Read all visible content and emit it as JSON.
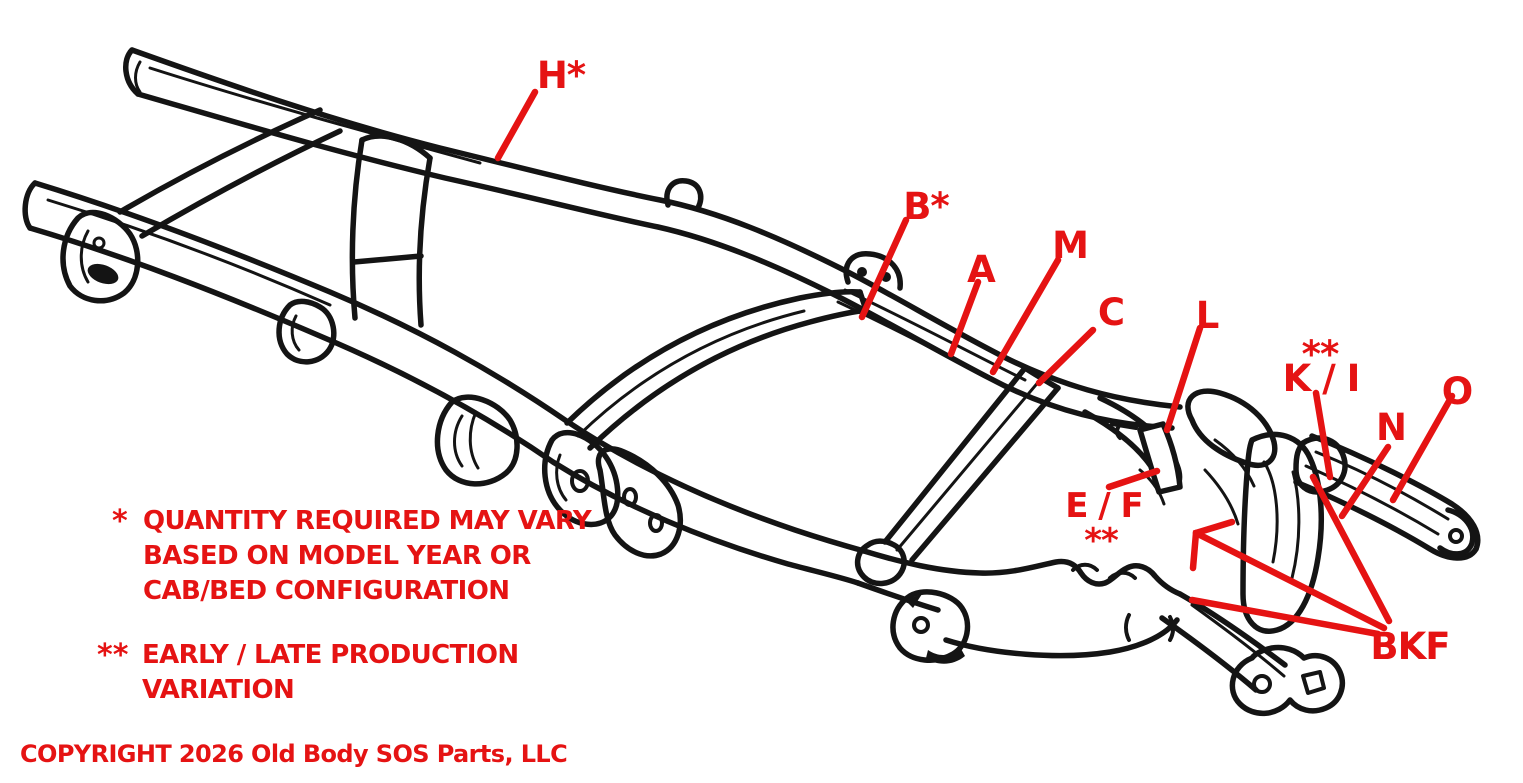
{
  "diagram": {
    "labels": {
      "h": "H*",
      "b": "B*",
      "a": "A",
      "m": "M",
      "c": "C",
      "l": "L",
      "ki_marker": "**",
      "ki": "K / I",
      "n": "N",
      "o": "O",
      "ef": "E / F",
      "ef_marker": "**",
      "bkf": "BKF"
    },
    "footnotes": {
      "note1": {
        "marker": "*",
        "line1": "QUANTITY REQUIRED MAY VARY",
        "line2": "BASED ON MODEL YEAR OR",
        "line3": "CAB/BED CONFIGURATION"
      },
      "note2": {
        "marker": "**",
        "line1": "EARLY / LATE PRODUCTION",
        "line2": "VARIATION"
      }
    },
    "copyright": "COPYRIGHT 2026 Old Body SOS Parts, LLC",
    "colors": {
      "annotation_red": "#e51313",
      "artwork_black": "#141414",
      "background": "#ffffff"
    }
  }
}
